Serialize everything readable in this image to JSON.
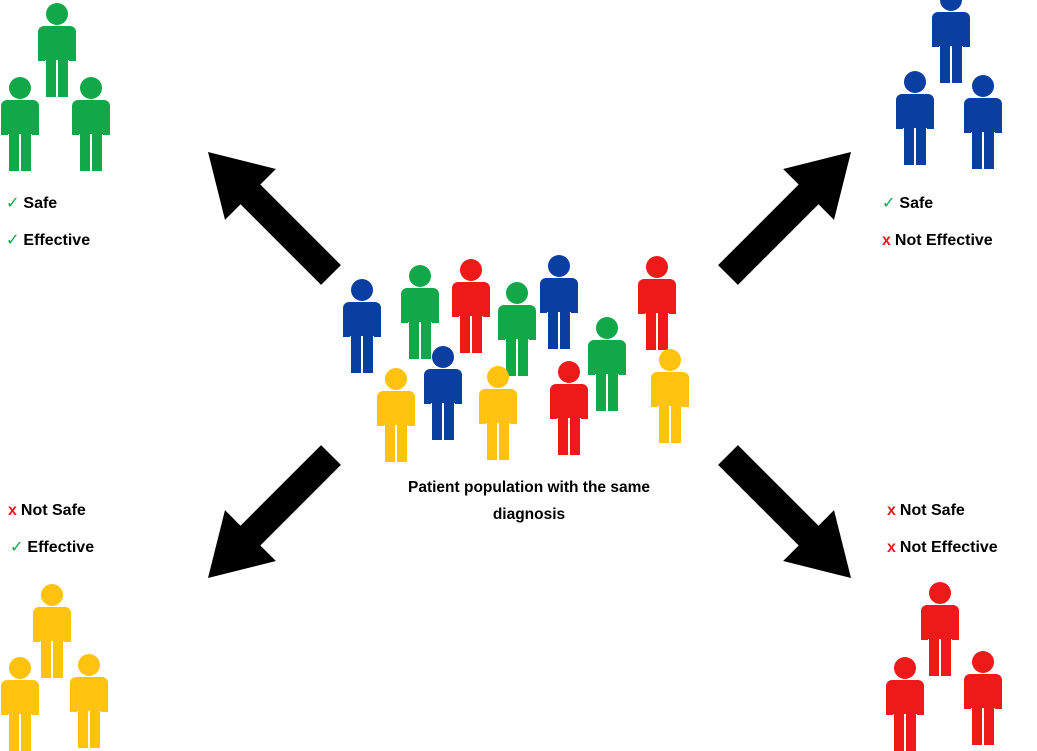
{
  "colors": {
    "green": "#12a84a",
    "blue": "#0a3ea0",
    "red": "#ee1a1a",
    "yellow": "#ffc20e",
    "arrow": "#000000",
    "check": "#1aa34a",
    "cross": "#e02020"
  },
  "icons": {
    "check": "check-icon",
    "cross": "cross-icon",
    "person": "person-icon",
    "arrow": "arrow-icon"
  },
  "caption": "Patient population with the same diagnosis",
  "groups": {
    "top_left": {
      "color": "green",
      "lines": [
        {
          "mark": "✓",
          "mark_type": "check",
          "text": "Safe"
        },
        {
          "mark": "✓",
          "mark_type": "check",
          "text": "Effective"
        }
      ]
    },
    "top_right": {
      "color": "blue",
      "lines": [
        {
          "mark": "✓",
          "mark_type": "check",
          "text": "Safe"
        },
        {
          "mark": "x",
          "mark_type": "cross",
          "text": "Not Effective"
        }
      ]
    },
    "bottom_left": {
      "color": "yellow",
      "lines": [
        {
          "mark": "x",
          "mark_type": "cross",
          "text": "Not Safe"
        },
        {
          "mark": "✓",
          "mark_type": "check",
          "text": "Effective"
        }
      ]
    },
    "bottom_right": {
      "color": "red",
      "lines": [
        {
          "mark": "x",
          "mark_type": "cross",
          "text": "Not Safe"
        },
        {
          "mark": "x",
          "mark_type": "cross",
          "text": "Not Effective"
        }
      ]
    }
  },
  "population": [
    "blue",
    "green",
    "red",
    "green",
    "blue",
    "red",
    "green",
    "yellow",
    "blue",
    "yellow",
    "red",
    "yellow"
  ]
}
